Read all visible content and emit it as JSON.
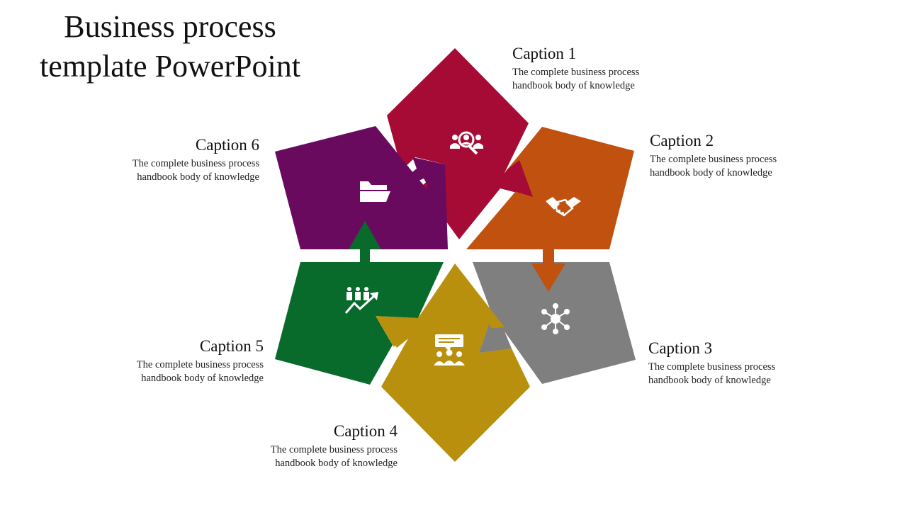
{
  "title_line1": "Business process",
  "title_line2": "template PowerPoint",
  "colors": {
    "caption1": "#A50B34",
    "caption2": "#C0510F",
    "caption3": "#7F7F7F",
    "caption4": "#B8900D",
    "caption5": "#086A2B",
    "caption6": "#690A5E"
  },
  "steps": [
    {
      "title": "Caption 1",
      "desc_line1": "The complete business process",
      "desc_line2": "handbook body of knowledge",
      "icon": "search-people-icon"
    },
    {
      "title": "Caption 2",
      "desc_line1": "The complete business process",
      "desc_line2": "handbook body of knowledge",
      "icon": "handshake-icon"
    },
    {
      "title": "Caption 3",
      "desc_line1": "The complete business process",
      "desc_line2": "handbook body of knowledge",
      "icon": "network-icon"
    },
    {
      "title": "Caption 4",
      "desc_line1": "The complete business process",
      "desc_line2": "handbook body of knowledge",
      "icon": "team-meeting-icon"
    },
    {
      "title": "Caption 5",
      "desc_line1": "The complete business process",
      "desc_line2": "handbook body of knowledge",
      "icon": "growth-team-icon"
    },
    {
      "title": "Caption 6",
      "desc_line1": "The complete business process",
      "desc_line2": "handbook body of knowledge",
      "icon": "folder-icon"
    }
  ]
}
